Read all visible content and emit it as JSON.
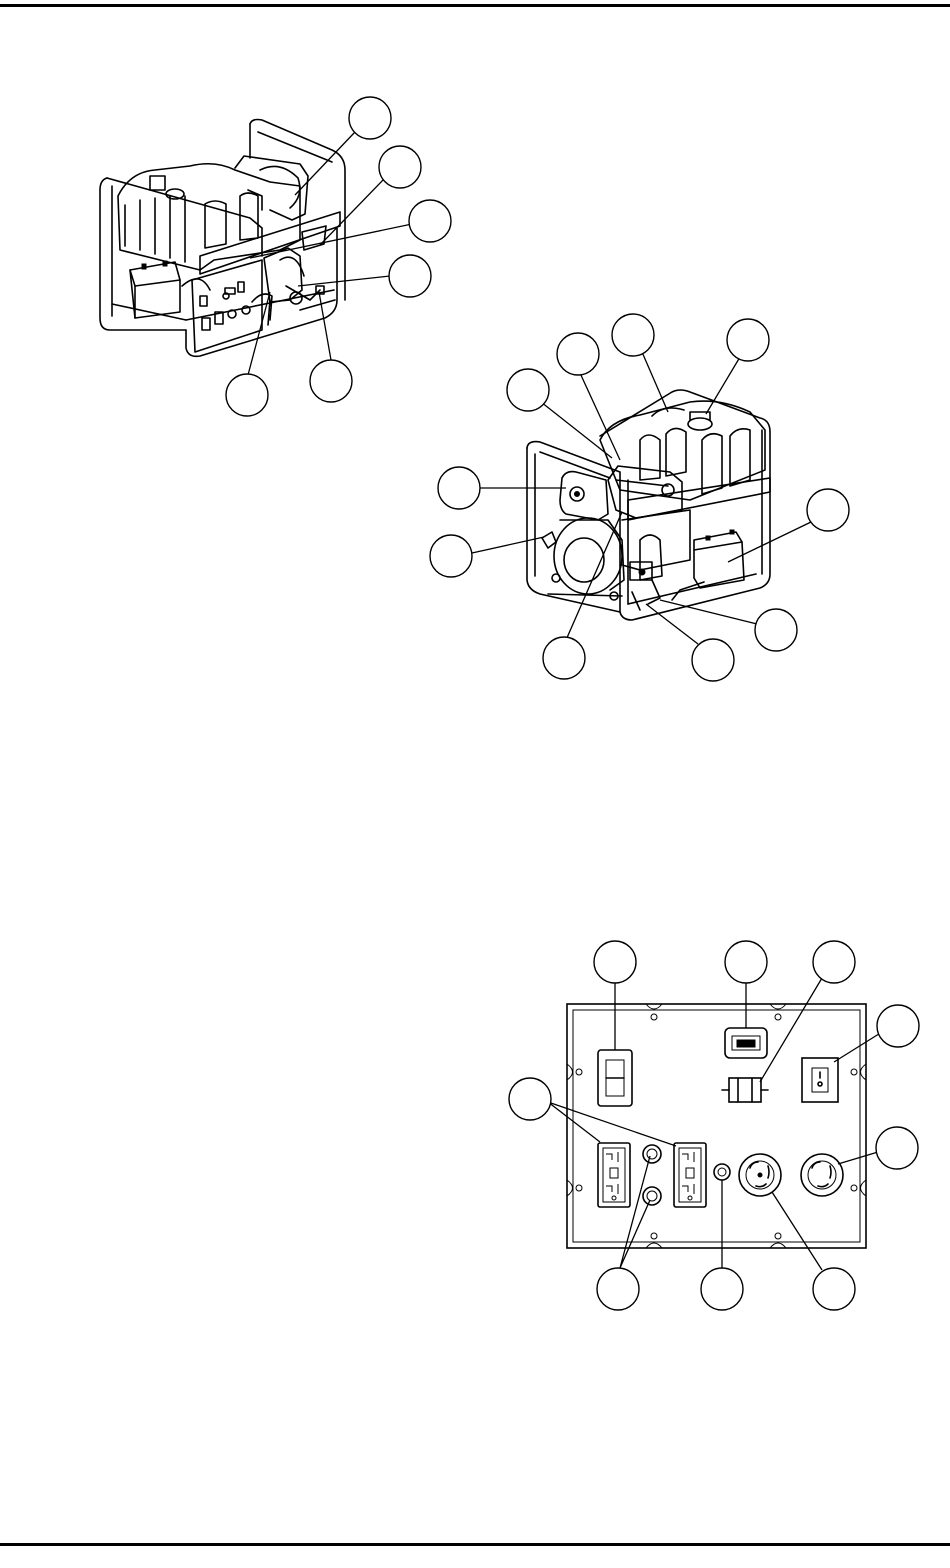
{
  "page": {
    "header_rule": "",
    "footer_rule": ""
  },
  "figures": [
    {
      "id": "generator-rear-view",
      "callouts": [
        "",
        "",
        "",
        "",
        "",
        ""
      ]
    },
    {
      "id": "generator-front-view",
      "callouts": [
        "",
        "",
        "",
        "",
        "",
        "",
        "",
        "",
        "",
        ""
      ]
    },
    {
      "id": "control-panel",
      "callouts": [
        "",
        "",
        "",
        "",
        "",
        "",
        "",
        "",
        ""
      ]
    }
  ]
}
